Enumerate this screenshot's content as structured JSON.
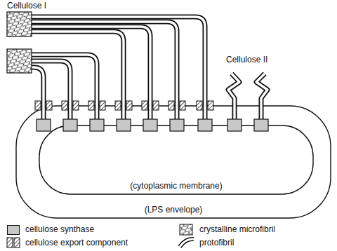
{
  "diagram": {
    "nodes": [
      {
        "text": [
          "(LPS envelope)"
        ]
      },
      {
        "text": [
          "(cytoplasmic membrane)"
        ],
        "in": 0
      }
    ],
    "labels": [
      "Cellulose I",
      "Cellulose II"
    ],
    "legend": [
      {
        "text": "cellulose synthase",
        "color": "#c8c8c8"
      },
      {
        "text": "crystalline microfibril"
      },
      {
        "text": "cellulose export component"
      },
      {
        "text": "protofibril"
      }
    ]
  }
}
